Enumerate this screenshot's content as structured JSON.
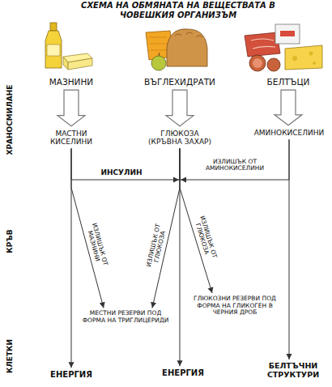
{
  "diagram": {
    "title": "СХЕМА НА ОБМЯНАТА НА ВЕЩЕСТВАТА В ЧОВЕШКИЯ ОРГАНИЗЪМ",
    "nodes": [
      {
        "text": [
          "МАЗНИНИ"
        ]
      },
      {
        "text": [
          "ВЪГЛЕХИДРАТИ"
        ]
      },
      {
        "text": [
          "БЕЛТЪЦИ"
        ]
      },
      {
        "text": [
          "МАСТНИ КИСЕЛИНИ"
        ]
      },
      {
        "text": [
          "ГЛЮКОЗА (КРЪВНА ЗАХАР)"
        ]
      },
      {
        "text": [
          "АМИНОКИСЕЛИНИ"
        ]
      },
      {
        "text": [
          "МЕСТНИ РЕЗЕРВИ ПОД ФОРМА НА ТРИГЛИЦЕРИДИ"
        ]
      },
      {
        "text": [
          "ГЛЮКОЗНИ РЕЗЕРВИ ПОД ФОРМА НА ГЛИКОГЕН В ЧЕРНИЯ ДРОБ"
        ]
      },
      {
        "text": [
          "ЕНЕРГИЯ"
        ]
      },
      {
        "text": [
          "ЕНЕРГИЯ"
        ]
      },
      {
        "text": [
          "БЕЛТЪЧНИ СТРУКТУРИ"
        ]
      }
    ],
    "edges": [
      {
        "from": 0,
        "to": 3,
        "arrow": "to"
      },
      {
        "from": 1,
        "to": 4,
        "arrow": "to"
      },
      {
        "from": 2,
        "to": 5,
        "arrow": "to"
      },
      {
        "from": 3,
        "to": 4,
        "label": "ИНСУЛИН",
        "arrow": "to"
      },
      {
        "from": 5,
        "to": 4,
        "label": "ИЗЛИШЪК ОТ АМИНОКИСЕЛИНИ",
        "arrow": "to"
      },
      {
        "from": 3,
        "to": 6,
        "label": "ИЗЛИШЪК ОТ МАЗНИНИ",
        "arrow": "to"
      },
      {
        "from": 4,
        "to": 6,
        "label": "ИЗЛИШЪК ОТ ГЛЮКОЗА",
        "arrow": "to"
      },
      {
        "from": 4,
        "to": 7,
        "label": "ИЗЛИШЪК ОТ ГЛЮКОЗА",
        "arrow": "to"
      },
      {
        "from": 3,
        "to": 8,
        "arrow": "to"
      },
      {
        "from": 4,
        "to": 9,
        "arrow": "to"
      },
      {
        "from": 5,
        "to": 10,
        "arrow": "to"
      }
    ],
    "labels": [
      "ХРАНОСМИЛАНЕ",
      "КРЪВ",
      "КЛЕТКИ"
    ]
  }
}
